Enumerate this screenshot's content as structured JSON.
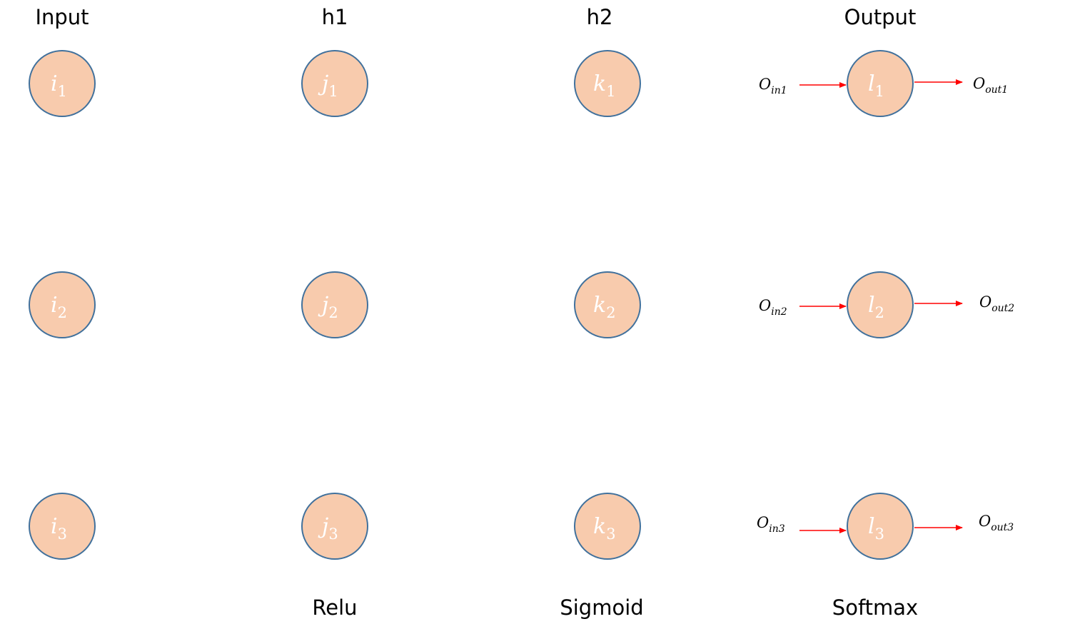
{
  "columns": [
    {
      "title": "Input",
      "activation": "",
      "letter": "i"
    },
    {
      "title": "h1",
      "activation": "Relu",
      "letter": "j"
    },
    {
      "title": "h2",
      "activation": "Sigmoid",
      "letter": "k"
    },
    {
      "title": "Output",
      "activation": "Softmax",
      "letter": "l"
    }
  ],
  "node_indices": [
    "1",
    "2",
    "3"
  ],
  "output_flows": [
    {
      "in_main": "O",
      "in_sub": "in1",
      "out_main": "O",
      "out_sub": "out1"
    },
    {
      "in_main": "O",
      "in_sub": "in2",
      "out_main": "O",
      "out_sub": "out2"
    },
    {
      "in_main": "O",
      "in_sub": "in3",
      "out_main": "O",
      "out_sub": "out3"
    }
  ],
  "colors": {
    "node_fill": "#f8cbad",
    "node_stroke": "#41719c",
    "arrow": "#ff0000"
  }
}
